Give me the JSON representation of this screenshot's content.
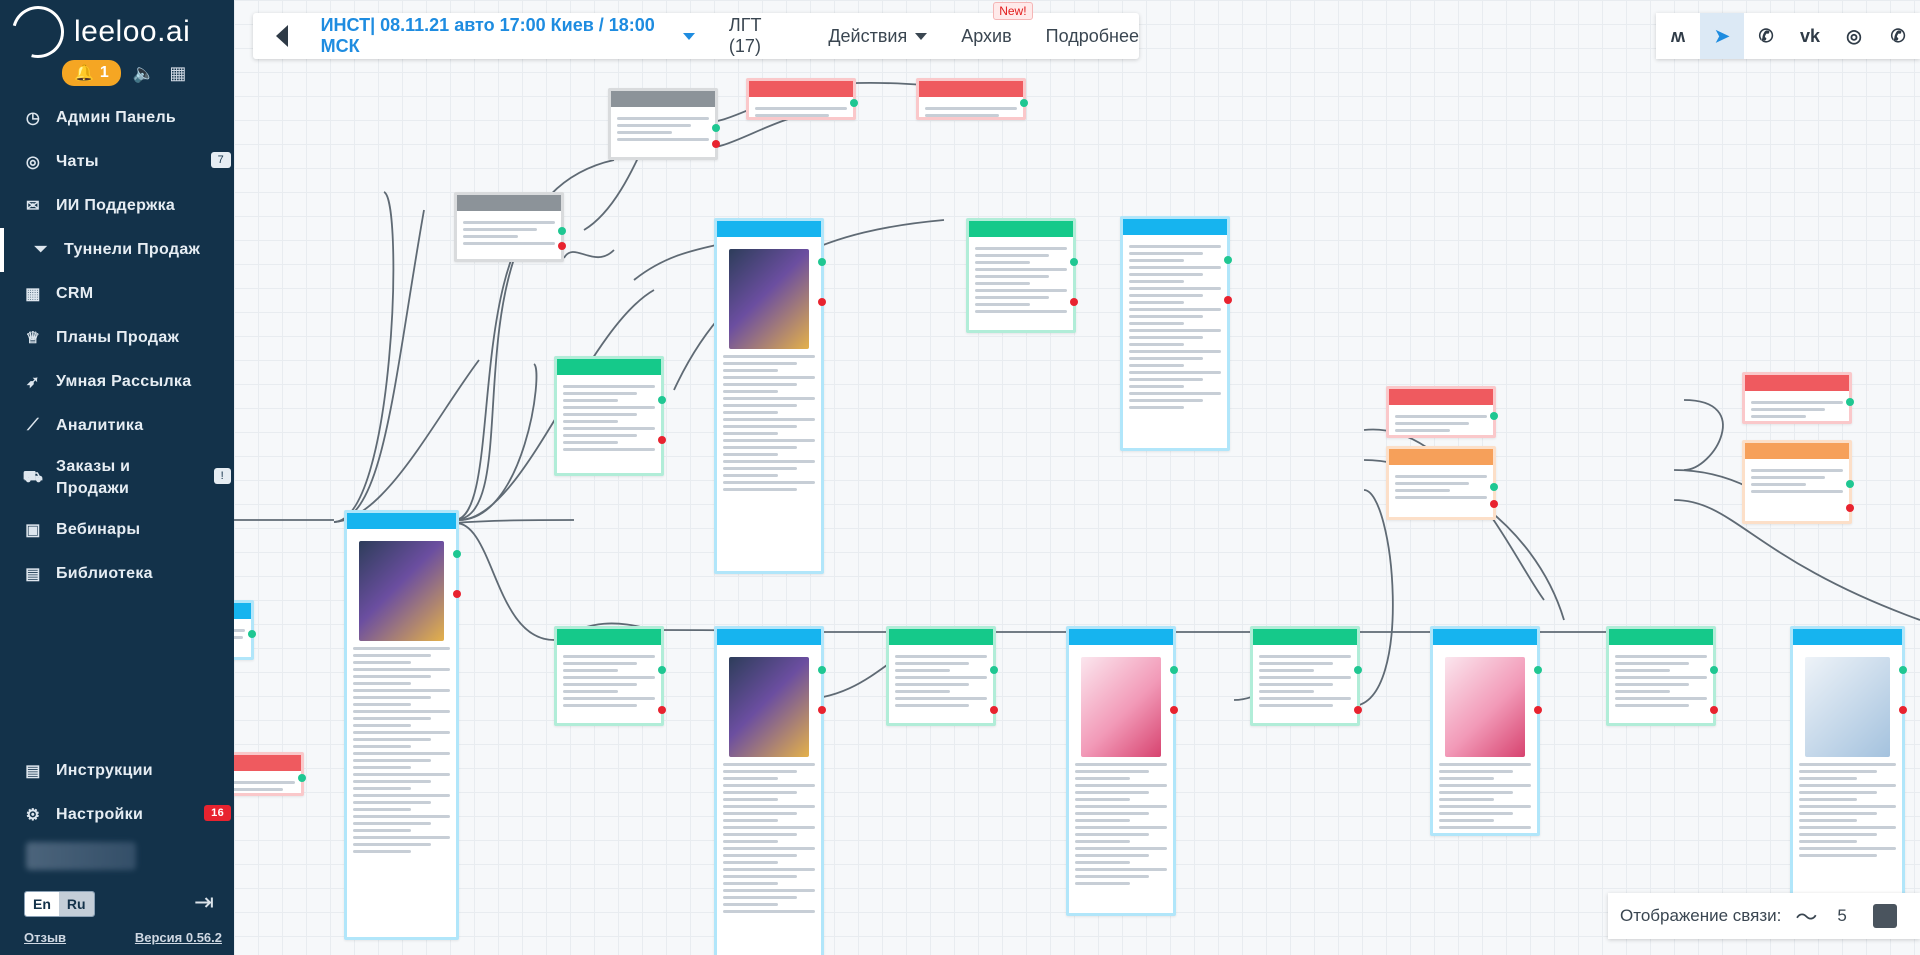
{
  "app": {
    "logo_text": "leeloo.ai",
    "notification_count": "1"
  },
  "sidebar": {
    "items": [
      {
        "label": "Админ Панель",
        "icon": "dashboard-icon",
        "glyph": "◷"
      },
      {
        "label": "Чаты",
        "icon": "chat-icon",
        "glyph": "◎",
        "count": "7"
      },
      {
        "label": "ИИ Поддержка",
        "icon": "ai-support-icon",
        "glyph": "✉"
      },
      {
        "label": "Туннели Продаж",
        "icon": "funnel-icon",
        "glyph": "⏷",
        "active": true
      },
      {
        "label": "CRM",
        "icon": "crm-icon",
        "glyph": "▦"
      },
      {
        "label": "Планы Продаж",
        "icon": "trophy-icon",
        "glyph": "♕"
      },
      {
        "label": "Умная Рассылка",
        "icon": "rocket-icon",
        "glyph": "➶"
      },
      {
        "label": "Аналитика",
        "icon": "analytics-icon",
        "glyph": "⟋"
      },
      {
        "label": "Заказы и Продажи",
        "icon": "cart-icon",
        "glyph": "⛟",
        "count": "!"
      },
      {
        "label": "Вебинары",
        "icon": "webinar-icon",
        "glyph": "▣"
      },
      {
        "label": "Библиотека",
        "icon": "library-icon",
        "glyph": "▤"
      }
    ],
    "bottom": [
      {
        "label": "Инструкции",
        "icon": "instructions-icon",
        "glyph": "▤"
      },
      {
        "label": "Настройки",
        "icon": "settings-icon",
        "glyph": "⚙",
        "count": "16"
      }
    ],
    "lang": {
      "en": "En",
      "ru": "Ru"
    },
    "footer": {
      "feedback": "Отзыв",
      "version": "Версия 0.56.2"
    }
  },
  "toolbar": {
    "funnel_name": "ИНСТ| 08.11.21 авто 17:00 Киев / 18:00 МСК",
    "lgt": "ЛГТ (17)",
    "actions": "Действия",
    "archive": "Архив",
    "archive_badge": "New!",
    "details": "Подробнее"
  },
  "social": [
    {
      "name": "messenger-icon",
      "glyph": "ʍ"
    },
    {
      "name": "telegram-icon",
      "glyph": "➤",
      "active": true
    },
    {
      "name": "viber-icon",
      "glyph": "✆"
    },
    {
      "name": "vk-icon",
      "glyph": "vk"
    },
    {
      "name": "instagram-icon",
      "glyph": "◎"
    },
    {
      "name": "whatsapp-icon",
      "glyph": "✆"
    }
  ],
  "link_display": {
    "label": "Отображение связи:",
    "curve_glyph": "〜",
    "value": "5"
  },
  "colors": {
    "sidebar_bg": "#13324a",
    "accent_blue": "#1e8ce0",
    "block_blue": "#16b4ef",
    "block_green": "#15c98a",
    "block_red": "#ef5a5f",
    "block_gray": "#8c9399",
    "block_orange": "#f6a05a"
  }
}
